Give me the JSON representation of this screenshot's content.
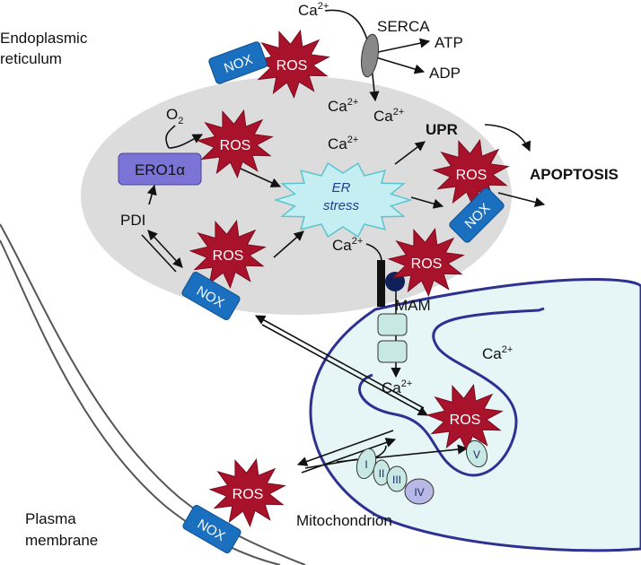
{
  "labels": {
    "er": [
      "Endoplasmic",
      "reticulum"
    ],
    "pm": [
      "Plasma",
      "membrane"
    ],
    "mito": "Mitochondrion",
    "serca": "SERCA",
    "atp": "ATP",
    "adp": "ADP",
    "upr": "UPR",
    "apoptosis": "APOPTOSIS",
    "o2": "O",
    "o2_sub": "2",
    "ero": "ERO1α",
    "pdi": "PDI",
    "mam": "MAM",
    "er_stress": [
      "ER",
      "stress"
    ],
    "ca": "Ca",
    "ca_charge": "2+"
  },
  "ros": "ROS",
  "nox": "NOX",
  "complexes": [
    "I",
    "II",
    "III",
    "IV",
    "V"
  ],
  "colors": {
    "er_fill": "#dcdcdc",
    "ros": "#a8122a",
    "nox": "#1b6fbf",
    "ero": "#7b74d6",
    "stress_fill": "#c4eef2",
    "stress_stroke": "#5cc4cf",
    "mito_fill": "#e6f5f6",
    "mito_stroke": "#2e3192",
    "membrane": "#555555",
    "complex_fill": "#c8e8e4",
    "complex_iv": "#b8b8e6",
    "serca": "#888888",
    "mam": "#10205a"
  }
}
